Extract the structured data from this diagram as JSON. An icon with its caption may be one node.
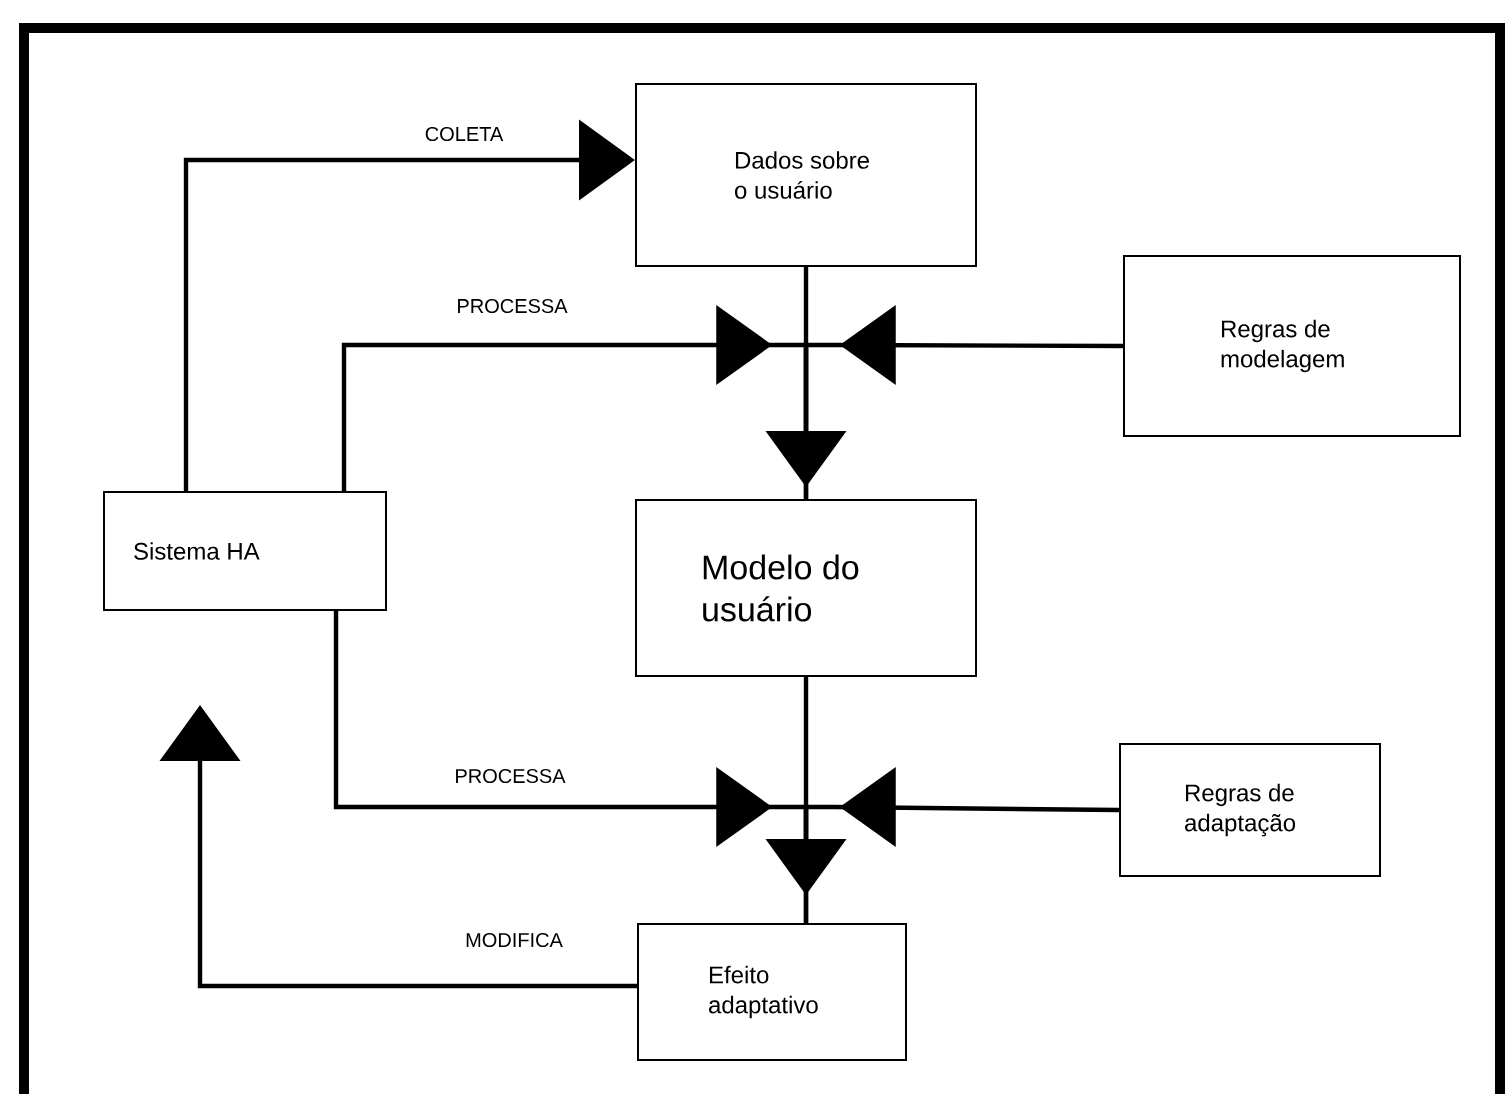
{
  "diagram": {
    "nodes": [
      {
        "text": [
          "Sistema HA"
        ]
      },
      {
        "text": [
          "Dados sobre o usuário"
        ]
      },
      {
        "text": [
          "Regras de modelagem"
        ]
      },
      {
        "text": [
          "Modelo do usuário"
        ]
      },
      {
        "text": [
          "Regras de adaptação"
        ]
      },
      {
        "text": [
          "Efeito adaptativo"
        ]
      }
    ],
    "edges": [
      {
        "from": 0,
        "to": 1,
        "arrow": "to",
        "label": "COLETA"
      },
      {
        "from": 0,
        "to": 3,
        "arrow": "to",
        "label": "PROCESSA"
      },
      {
        "from": 1,
        "to": 3,
        "arrow": "to"
      },
      {
        "from": 2,
        "to": 3,
        "arrow": "to"
      },
      {
        "from": 0,
        "to": 5,
        "arrow": "to",
        "label": "PROCESSA"
      },
      {
        "from": 3,
        "to": 5,
        "arrow": "to"
      },
      {
        "from": 4,
        "to": 5,
        "arrow": "to"
      },
      {
        "from": 5,
        "to": 0,
        "arrow": "to",
        "label": "MODIFICA"
      }
    ]
  }
}
